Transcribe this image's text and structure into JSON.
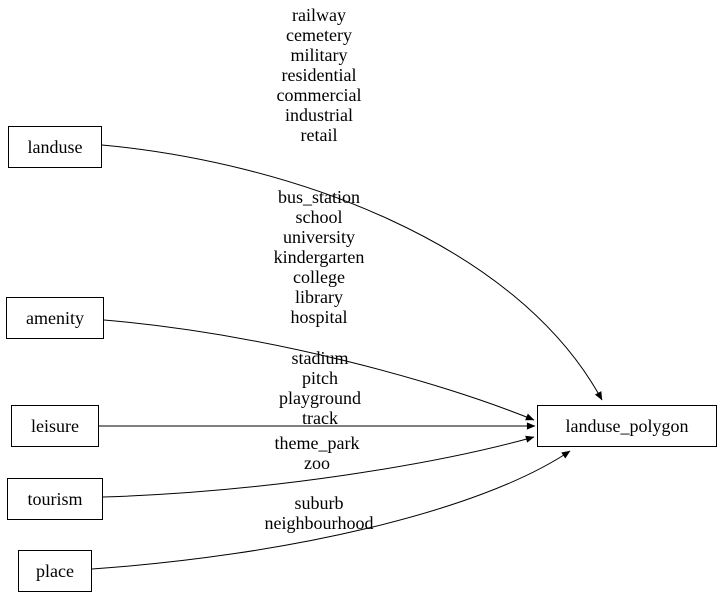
{
  "diagram": {
    "background_color": "#ffffff",
    "line_color": "#000000",
    "nodes": {
      "landuse": "landuse",
      "amenity": "amenity",
      "leisure": "leisure",
      "tourism": "tourism",
      "place": "place",
      "landuse_polygon": "landuse_polygon"
    },
    "edges": {
      "landuse": {
        "from": "landuse",
        "to": "landuse_polygon",
        "lines": [
          "railway",
          "cemetery",
          "military",
          "residential",
          "commercial",
          "industrial",
          "retail"
        ]
      },
      "amenity": {
        "from": "amenity",
        "to": "landuse_polygon",
        "lines": [
          "bus_station",
          "school",
          "university",
          "kindergarten",
          "college",
          "library",
          "hospital"
        ]
      },
      "leisure": {
        "from": "leisure",
        "to": "landuse_polygon",
        "lines": [
          "stadium",
          "pitch",
          "playground",
          "track"
        ]
      },
      "tourism": {
        "from": "tourism",
        "to": "landuse_polygon",
        "lines": [
          "theme_park",
          "zoo"
        ]
      },
      "place": {
        "from": "place",
        "to": "landuse_polygon",
        "lines": [
          "suburb",
          "neighbourhood"
        ]
      }
    }
  }
}
